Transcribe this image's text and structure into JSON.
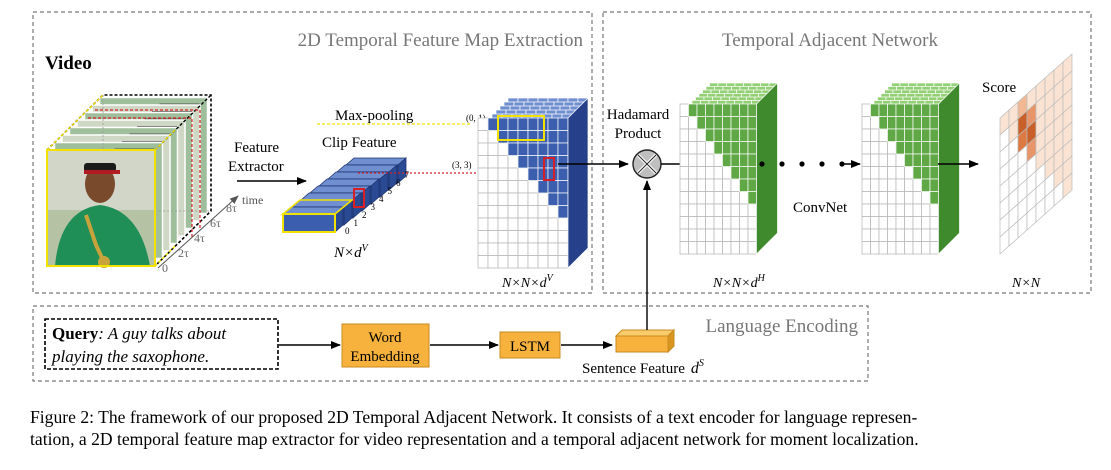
{
  "panels": {
    "feature_map_title": "2D Temporal Feature Map Extraction",
    "adjacent_network_title": "Temporal Adjacent Network",
    "language_encoding_title": "Language Encoding"
  },
  "video": {
    "label": "Video",
    "time_label": "time",
    "time_ticks": [
      "0",
      "2τ",
      "4τ",
      "6τ",
      "8τ"
    ]
  },
  "extractor": {
    "label_line1": "Feature",
    "label_line2": "Extractor"
  },
  "clip_feature": {
    "maxpool_label": "Max-pooling",
    "label": "Clip Feature",
    "dim_label": "N×d",
    "dim_sup": "V",
    "indices": [
      "0",
      "1",
      "2",
      "3",
      "4",
      "5",
      "6",
      "7"
    ]
  },
  "feature_map": {
    "coord_a": "(0, 1)",
    "coord_b": "(3, 3)",
    "dim_label": "N×N×d",
    "dim_sup": "V"
  },
  "fusion": {
    "label_line1": "Hadamard",
    "label_line2": "Product"
  },
  "convnet": {
    "label": "ConvNet",
    "dim_label": "N×N×d",
    "dim_sup": "H"
  },
  "score": {
    "label": "Score",
    "dim_label": "N×N"
  },
  "query": {
    "bold": "Query",
    "text1": ": A guy talks about",
    "text2": "playing the saxophone."
  },
  "language": {
    "word_embedding_line1": "Word",
    "word_embedding_line2": "Embedding",
    "lstm": "LSTM",
    "sentence_feature": "Sentence Feature",
    "sentence_dim": "d",
    "sentence_dim_sup": "S"
  },
  "caption": {
    "line1": "Figure 2:  The framework of our proposed 2D Temporal Adjacent Network. It consists of a text encoder for language represen-",
    "line2": "tation, a 2D temporal feature map extractor for video representation and a temporal adjacent network for moment localization."
  },
  "colors": {
    "blue": "#3b5fae",
    "green": "#7cbf5c",
    "yellow_frame": "#f3e200",
    "orange": "#f6b23d",
    "red": "#d81f26",
    "score_light": "#fbe3d3",
    "score_dark": "#c9602a"
  }
}
